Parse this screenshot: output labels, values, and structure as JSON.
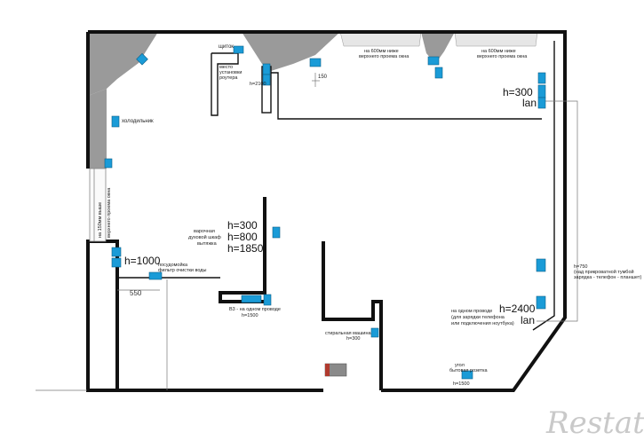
{
  "labels": {
    "shield": "щиток",
    "router_place": [
      "место",
      "установки",
      "роутера"
    ],
    "h2100": "h=2100",
    "window_note_1": [
      "на 600мм ниже",
      "верхнего проема окна"
    ],
    "window_note_2": [
      "на 600мм ниже",
      "верхнего проема окна"
    ],
    "dim_150": "150",
    "h300_right": "h=300",
    "lan_right": "lan",
    "fridge": "холодильник",
    "left_window_note": [
      "на 150мм выше",
      "верхнего проема окна"
    ],
    "cooktop_labels": [
      "варочная",
      "духовой шкаф",
      "вытяжка"
    ],
    "h300_mid": "h=300",
    "h800_mid": "h=800",
    "h1850_mid": "h=1850",
    "h1000": "h=1000",
    "dishwasher": [
      "посудомойка",
      "фильтр очистки воды"
    ],
    "dim_550": "550",
    "b3_note": [
      "В3 - на одном проводе",
      "h=1500"
    ],
    "washing_machine": [
      "стиральная машина",
      "h=300"
    ],
    "h750_note": [
      "h=750",
      "(над прикроватной тумбой",
      "зарядка - телефон - планшет)"
    ],
    "one_wire_note": [
      "на одном проводе",
      "(для зарядки телефона",
      "или подключения ноутбука)"
    ],
    "h2400": "h=2400",
    "lan_bottom": "lan",
    "corner_note": [
      "угол",
      "бытовая розетка",
      "h=1500"
    ],
    "watermark": "Restate"
  }
}
